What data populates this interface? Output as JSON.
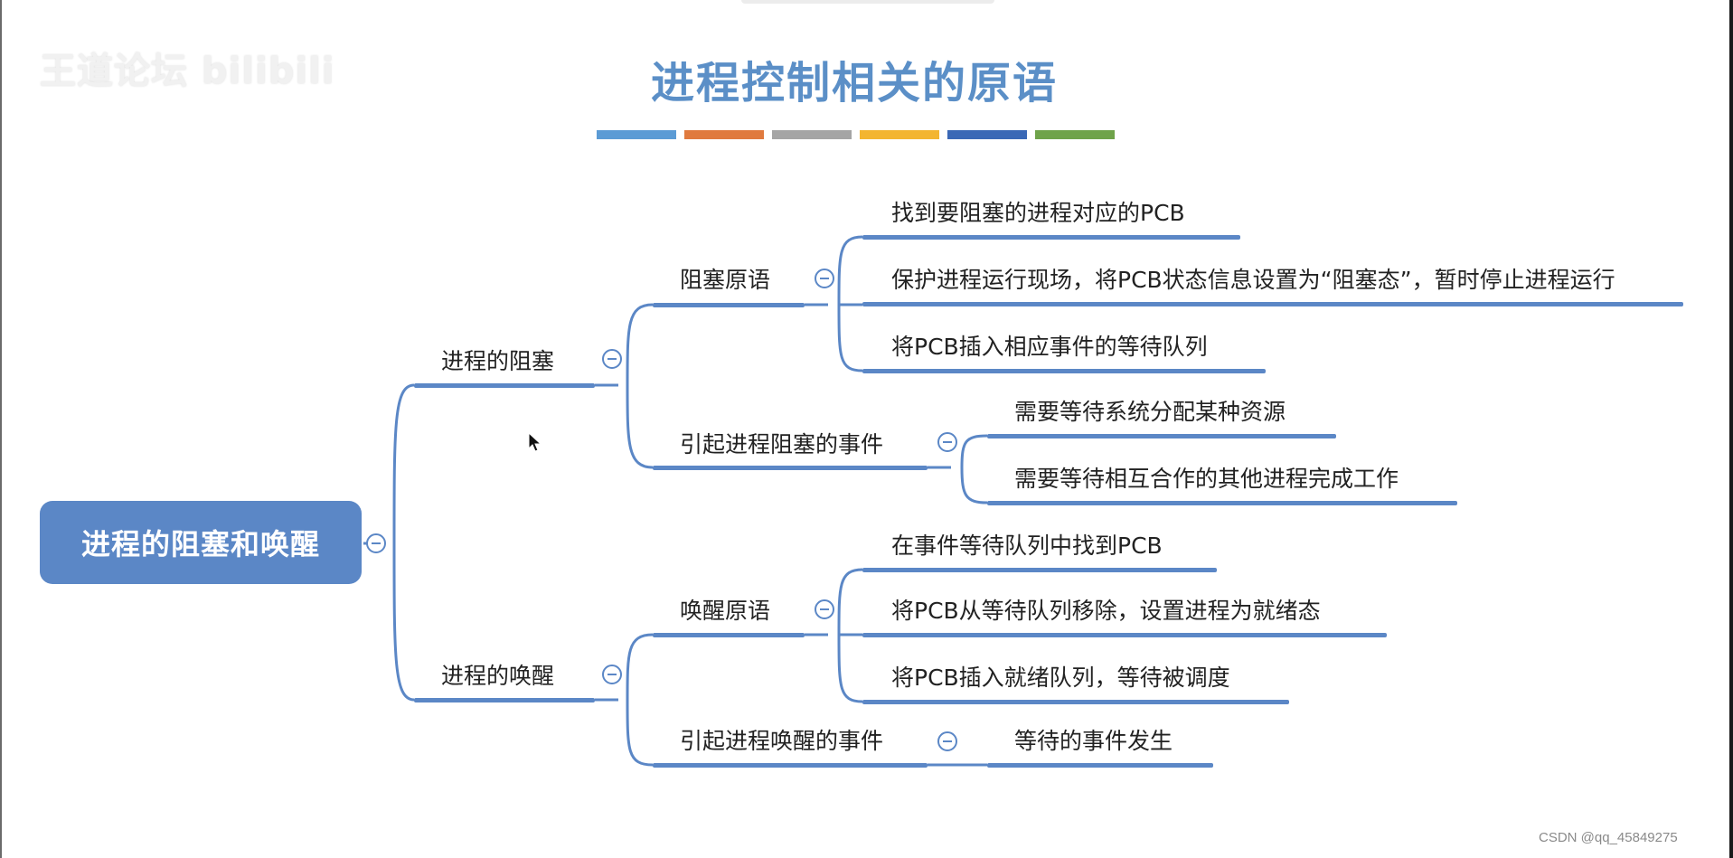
{
  "title": "进程控制相关的原语",
  "watermark": {
    "top_left": "王道论坛 bilibili",
    "bottom_right": "CSDN @qq_45849275"
  },
  "colors": {
    "node_fill": "#5b87c6",
    "title": "#5b8fc7",
    "line": "#5b87c6"
  },
  "color_bars": [
    "#5b9bd5",
    "#e07a3e",
    "#a5a5a5",
    "#f3b531",
    "#3a68b6",
    "#6fa34a"
  ],
  "mindmap": {
    "root": "进程的阻塞和唤醒",
    "block": {
      "label": "进程的阻塞",
      "primitive": {
        "label": "阻塞原语",
        "steps": [
          "找到要阻塞的进程对应的PCB",
          "保护进程运行现场，将PCB状态信息设置为“阻塞态”，暂时停止进程运行",
          "将PCB插入相应事件的等待队列"
        ]
      },
      "events": {
        "label": "引起进程阻塞的事件",
        "items": [
          "需要等待系统分配某种资源",
          "需要等待相互合作的其他进程完成工作"
        ]
      }
    },
    "wakeup": {
      "label": "进程的唤醒",
      "primitive": {
        "label": "唤醒原语",
        "steps": [
          "在事件等待队列中找到PCB",
          "将PCB从等待队列移除，设置进程为就绪态",
          "将PCB插入就绪队列，等待被调度"
        ]
      },
      "events": {
        "label": "引起进程唤醒的事件",
        "items": [
          "等待的事件发生"
        ]
      }
    }
  },
  "icons": {
    "collapse": "minus-circle-icon",
    "pointer": "mouse-cursor-icon"
  }
}
